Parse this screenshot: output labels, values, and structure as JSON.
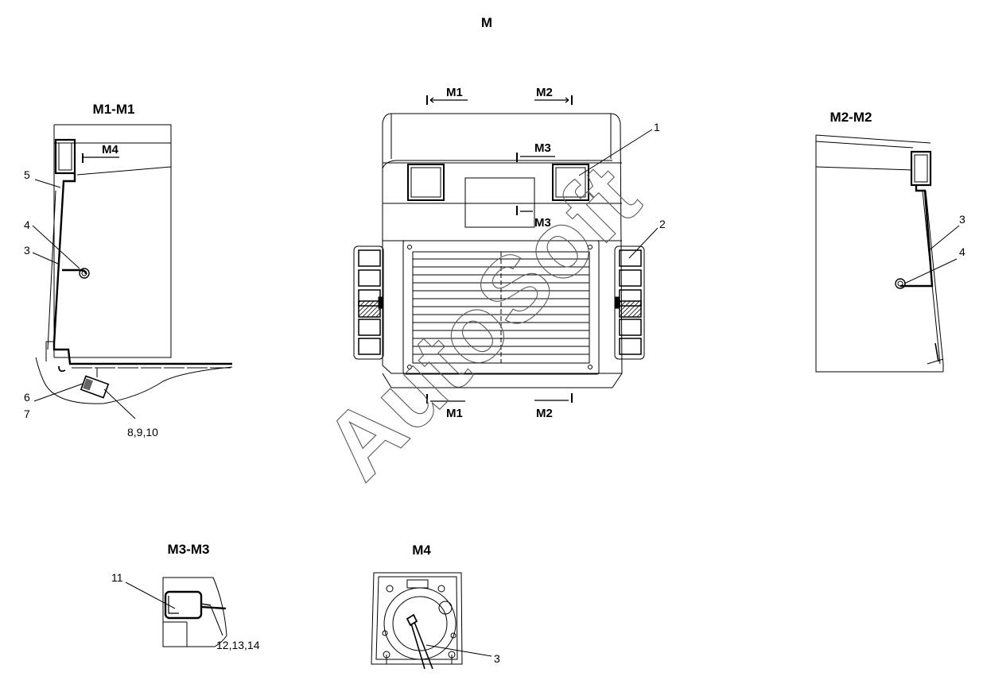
{
  "titles": {
    "main": "M",
    "m1": "M1-M1",
    "m2": "M2-M2",
    "m3": "M3-M3",
    "m4": "M4"
  },
  "cut_markers": {
    "m1_top": "M1",
    "m2_top": "M2",
    "m3_upper": "M3",
    "m3_lower": "M3",
    "m1_bottom": "M1",
    "m2_bottom": "M2",
    "m4_side": "M4"
  },
  "callouts": {
    "c1": "1",
    "c2": "2",
    "m1_5": "5",
    "m1_4": "4",
    "m1_3": "3",
    "m1_6": "6",
    "m1_7": "7",
    "m1_8_9_10": "8,9,10",
    "m2_3": "3",
    "m2_4": "4",
    "m3_11": "11",
    "m3_12_13_14": "12,13,14",
    "m4_3": "3"
  },
  "watermark": "AutoSoft",
  "colors": {
    "line": "#000000",
    "watermark_stroke": "#5a5a5a",
    "hatch": "#000000",
    "background": "#ffffff"
  }
}
